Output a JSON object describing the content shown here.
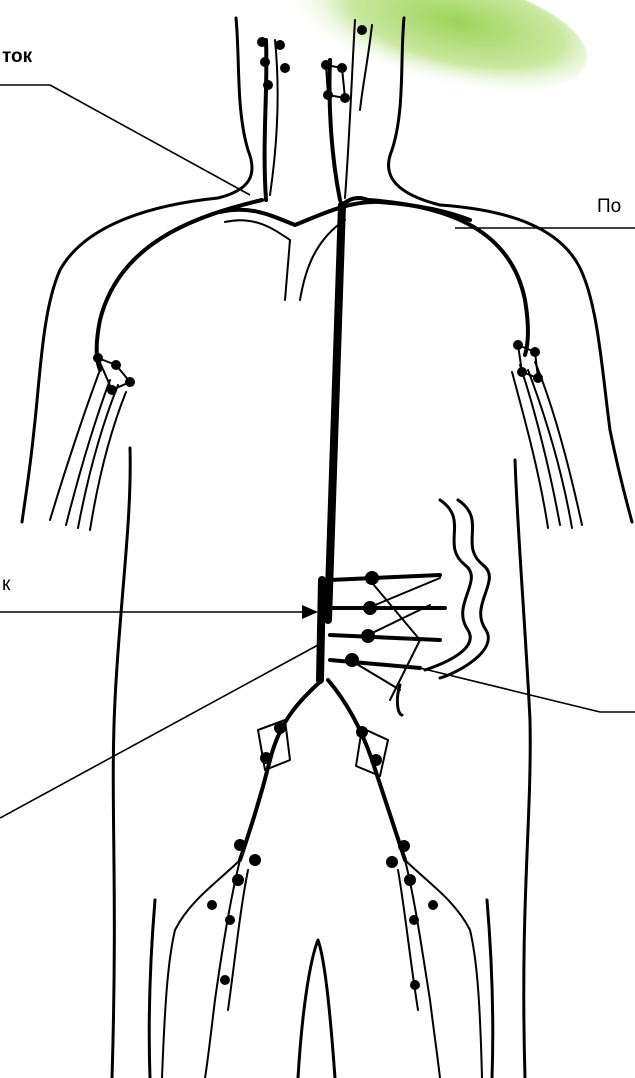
{
  "labels": {
    "top_left": "ток",
    "top_right": "По",
    "mid_left": "к"
  },
  "colors": {
    "ink": "#000000",
    "background": "#ffffff",
    "accent_leaf": "#8bc53f"
  }
}
